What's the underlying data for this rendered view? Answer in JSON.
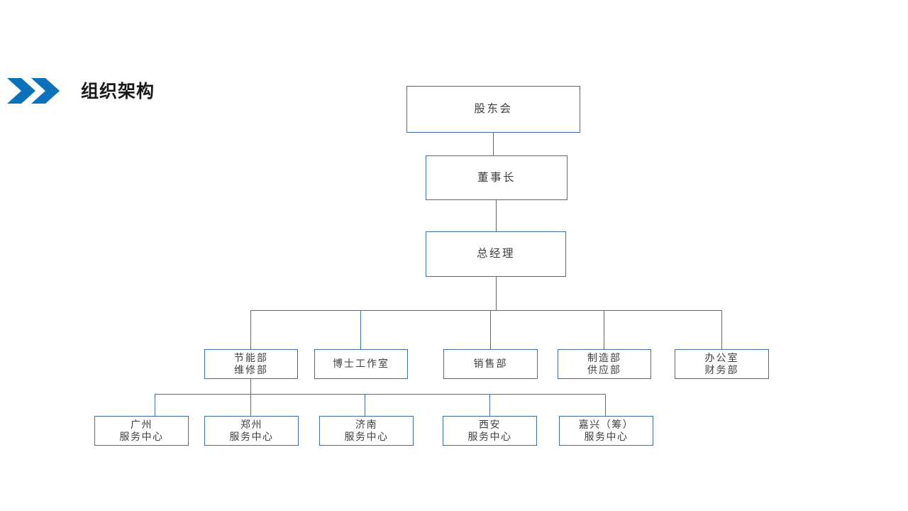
{
  "header": {
    "title": "组织架构",
    "icon": "double-chevron-right-icon",
    "icon_color": "#0b72bb",
    "title_color": "#1a1a1a"
  },
  "theme": {
    "line_color": "#3a6ea5",
    "box_border": "#3a6ea5",
    "box_fill": "#ffffff",
    "text_color": "#3f3f3f",
    "background": "#ffffff"
  },
  "chart_data": {
    "type": "org-chart",
    "title": "组织架构",
    "levels": [
      {
        "name": "governance",
        "nodes": [
          {
            "id": "shareholders",
            "lines": [
              "股东会"
            ]
          }
        ]
      },
      {
        "name": "chairman",
        "nodes": [
          {
            "id": "chairman",
            "lines": [
              "董事长"
            ]
          }
        ]
      },
      {
        "name": "general-manager",
        "nodes": [
          {
            "id": "general_manager",
            "lines": [
              "总经理"
            ]
          }
        ]
      },
      {
        "name": "departments",
        "nodes": [
          {
            "id": "dept_energy",
            "lines": [
              "节能部",
              "维修部"
            ]
          },
          {
            "id": "dept_doctor_studio",
            "lines": [
              "博士工作室"
            ]
          },
          {
            "id": "dept_sales",
            "lines": [
              "销售部"
            ]
          },
          {
            "id": "dept_manufacturing",
            "lines": [
              "制造部",
              "供应部"
            ]
          },
          {
            "id": "dept_office",
            "lines": [
              "办公室",
              "财务部"
            ]
          }
        ]
      },
      {
        "name": "service-centers",
        "nodes": [
          {
            "id": "sc_guangzhou",
            "lines": [
              "广州",
              "服务中心"
            ]
          },
          {
            "id": "sc_zhengzhou",
            "lines": [
              "郑州",
              "服务中心"
            ]
          },
          {
            "id": "sc_jinan",
            "lines": [
              "济南",
              "服务中心"
            ]
          },
          {
            "id": "sc_xian",
            "lines": [
              "西安",
              "服务中心"
            ]
          },
          {
            "id": "sc_jiaxing",
            "lines": [
              "嘉兴（筹）",
              "服务中心"
            ]
          }
        ]
      }
    ],
    "edges": [
      {
        "from": "shareholders",
        "to": "chairman"
      },
      {
        "from": "chairman",
        "to": "general_manager"
      },
      {
        "from": "general_manager",
        "to": "dept_energy"
      },
      {
        "from": "general_manager",
        "to": "dept_doctor_studio"
      },
      {
        "from": "general_manager",
        "to": "dept_sales"
      },
      {
        "from": "general_manager",
        "to": "dept_manufacturing"
      },
      {
        "from": "general_manager",
        "to": "dept_office"
      },
      {
        "from": "dept_energy",
        "to": "sc_guangzhou"
      },
      {
        "from": "dept_energy",
        "to": "sc_zhengzhou"
      },
      {
        "from": "dept_energy",
        "to": "sc_jinan"
      },
      {
        "from": "dept_energy",
        "to": "sc_xian"
      },
      {
        "from": "dept_energy",
        "to": "sc_jiaxing"
      }
    ]
  },
  "nodes": {
    "shareholders": {
      "l1": "股东会"
    },
    "chairman": {
      "l1": "董事长"
    },
    "general_manager": {
      "l1": "总经理"
    },
    "dept_energy": {
      "l1": "节能部",
      "l2": "维修部"
    },
    "dept_doctor_studio": {
      "l1": "博士工作室"
    },
    "dept_sales": {
      "l1": "销售部"
    },
    "dept_manufacturing": {
      "l1": "制造部",
      "l2": "供应部"
    },
    "dept_office": {
      "l1": "办公室",
      "l2": "财务部"
    },
    "sc_guangzhou": {
      "l1": "广州",
      "l2": "服务中心"
    },
    "sc_zhengzhou": {
      "l1": "郑州",
      "l2": "服务中心"
    },
    "sc_jinan": {
      "l1": "济南",
      "l2": "服务中心"
    },
    "sc_xian": {
      "l1": "西安",
      "l2": "服务中心"
    },
    "sc_jiaxing": {
      "l1": "嘉兴（筹）",
      "l2": "服务中心"
    }
  }
}
